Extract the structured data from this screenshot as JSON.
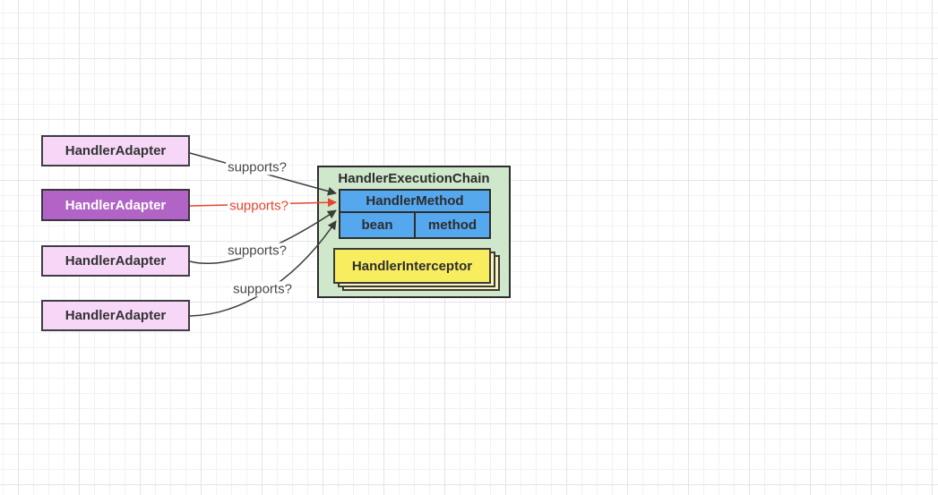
{
  "canvas": {
    "background": "#ffffff",
    "grid_minor_color": "#f2f2f4",
    "grid_major_color": "#e4e4e8"
  },
  "adapters": [
    {
      "label": "HandlerAdapter",
      "variant": "normal"
    },
    {
      "label": "HandlerAdapter",
      "variant": "highlighted"
    },
    {
      "label": "HandlerAdapter",
      "variant": "normal"
    },
    {
      "label": "HandlerAdapter",
      "variant": "normal"
    }
  ],
  "chain": {
    "title": "HandlerExecutionChain",
    "handler_method": {
      "title": "HandlerMethod",
      "cells": [
        "bean",
        "method"
      ]
    },
    "interceptor": {
      "label": "HandlerInterceptor"
    }
  },
  "edges": [
    {
      "label": "supports?",
      "color": "#3b3b3b"
    },
    {
      "label": "supports?",
      "color": "#e8432d"
    },
    {
      "label": "supports?",
      "color": "#3b3b3b"
    },
    {
      "label": "supports?",
      "color": "#3b3b3b"
    }
  ],
  "colors": {
    "adapter_fill": "#f6d7f8",
    "adapter_border": "#3f3c42",
    "adapter_text": "#333333",
    "adapter_highlight_fill": "#b164c6",
    "adapter_highlight_text": "#ffffff",
    "chain_fill": "#cfe7cb",
    "chain_border": "#2d2d2d",
    "method_fill": "#55a7ee",
    "interceptor_fill": "#f8ec5f",
    "interceptor_back_fill": "#f8f2bd",
    "edge_black": "#3b3b3b",
    "edge_red": "#e8432d"
  }
}
